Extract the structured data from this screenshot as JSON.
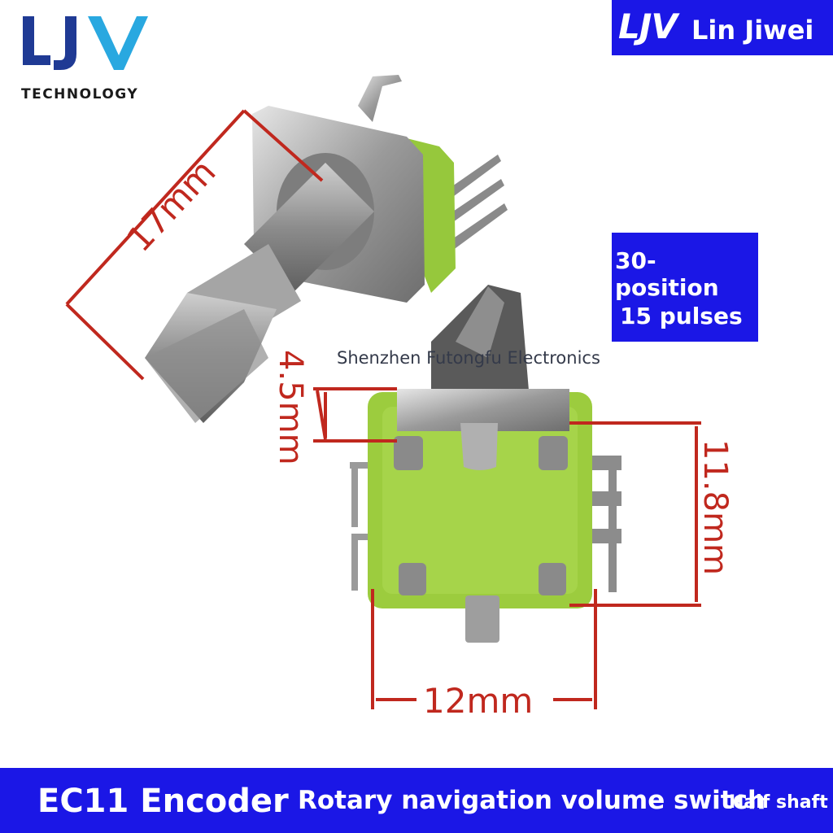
{
  "logo": {
    "wordmark": "LJV",
    "tagline": "TECHNOLOGY",
    "colors": {
      "blue": "#1f3a94",
      "cyan": "#29a8e0"
    }
  },
  "brand_badge": {
    "mark": "LJV",
    "name": "Lin Jiwei",
    "bg": "#1b17e6"
  },
  "specs": {
    "positions": "30-position",
    "pulses": "15 pulses"
  },
  "watermark": "Shenzhen Futongfu Electronics",
  "dimensions": {
    "shaft_length": "17mm",
    "flat_height": "4.5mm",
    "body_height": "11.8mm",
    "body_width": "12mm",
    "line_color": "#c0281e"
  },
  "bottom_bar": {
    "product": "EC11 Encoder",
    "description": "Rotary navigation volume switch",
    "shaft": "Half shaft"
  }
}
